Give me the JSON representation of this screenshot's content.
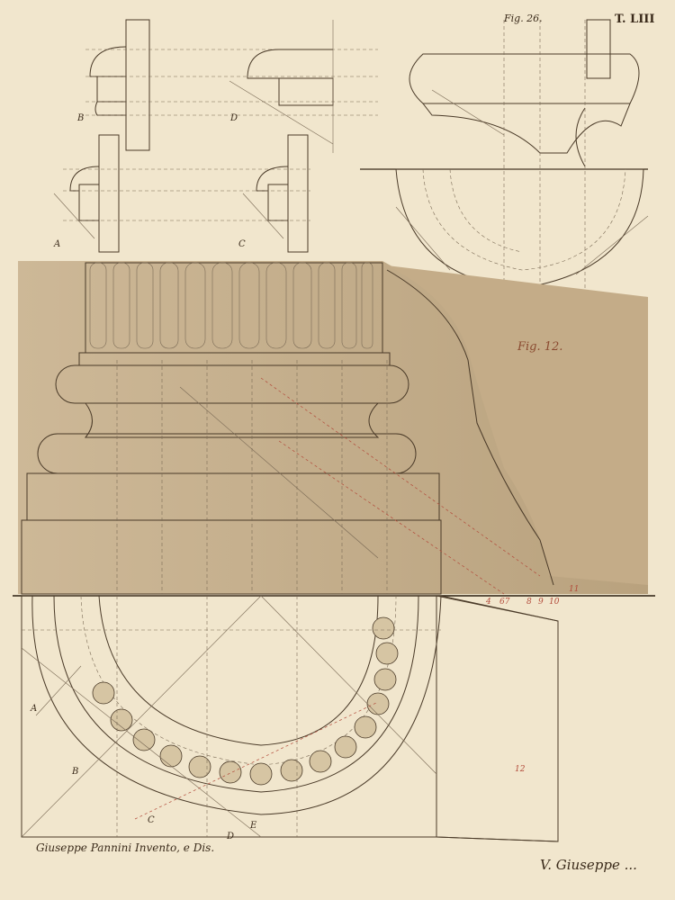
{
  "plate": {
    "plate_number": "T. LIII",
    "fig_top": "Fig. 26.",
    "fig_main": "Fig. 12.",
    "signature_left": "Giuseppe Pannini Invento, e Dis.",
    "signature_right": "V. Giuseppe ..."
  },
  "letters": {
    "B1": "B",
    "D1": "D",
    "A1": "A",
    "C1": "C",
    "A2": "A",
    "B2": "B",
    "C2": "C",
    "D2": "D",
    "E2": "E"
  },
  "red_numbers": [
    "4",
    "67",
    "8",
    "9",
    "10",
    "11",
    "12"
  ],
  "colors": {
    "paper": "#f1e6cd",
    "wash": "#c9b391",
    "ink": "#4a3a28",
    "red": "#b24a3a"
  }
}
